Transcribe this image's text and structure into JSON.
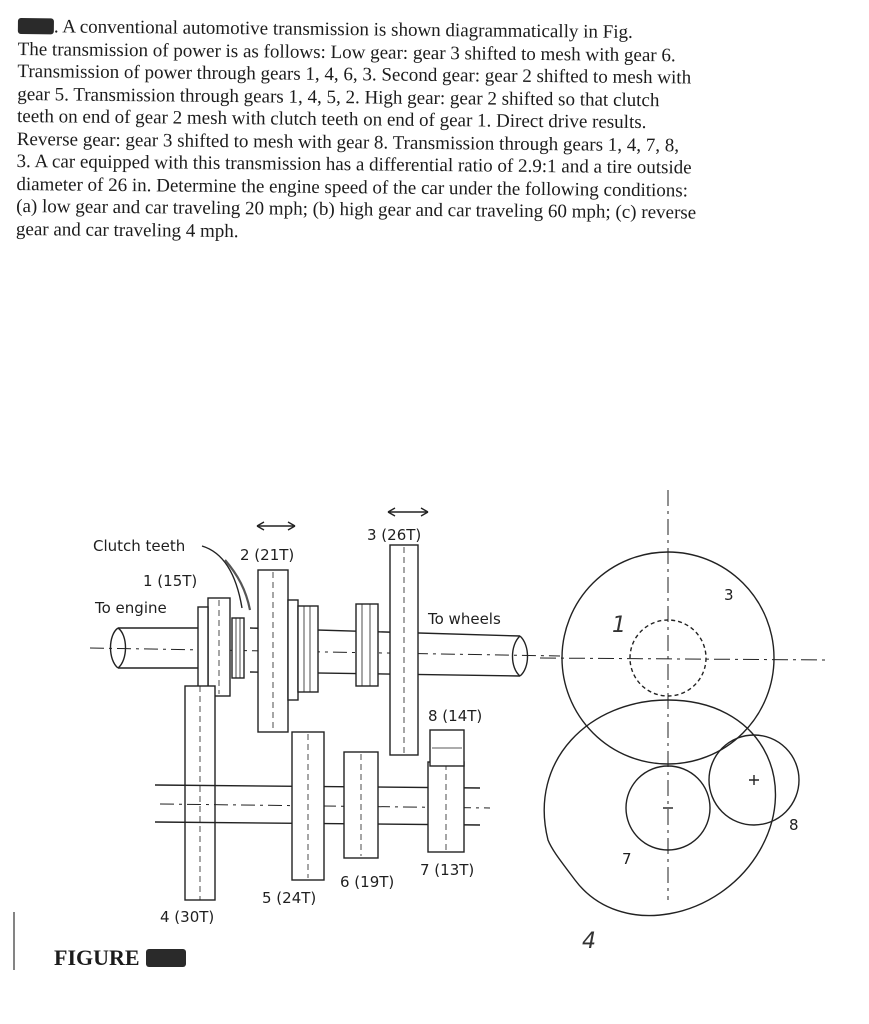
{
  "problem": {
    "lines": [
      ". A conventional automotive transmission is shown diagrammatically in Fig. ",
      "The transmission of power is as follows: Low gear: gear 3 shifted to mesh with gear 6.",
      "Transmission of power through gears 1, 4, 6, 3. Second gear: gear 2 shifted to mesh with",
      "gear 5. Transmission through gears 1, 4, 5, 2. High gear: gear 2 shifted so that clutch",
      "teeth on end of gear 2 mesh with clutch teeth on end of gear 1. Direct drive results.",
      "Reverse gear: gear 3 shifted to mesh with gear 8. Transmission through gears 1, 4, 7, 8,",
      "3. A car equipped with this transmission has a differential ratio of 2.9:1 and a tire outside",
      "diameter of 26 in. Determine the engine speed of the car under the following conditions:",
      "(a) low gear and car traveling 20 mph; (b) high gear and car traveling 60 mph; (c) reverse",
      "gear and car traveling 4 mph."
    ]
  },
  "figure": {
    "caption": "FIGURE",
    "labels": {
      "clutch_teeth": "Clutch teeth",
      "gear1": "1 (15T)",
      "to_engine": "To engine",
      "gear2": "2 (21T)",
      "gear3": "3 (26T)",
      "to_wheels": "To wheels",
      "gear8": "8 (14T)",
      "gear4": "4 (30T)",
      "gear5": "5 (24T)",
      "gear6": "6 (19T)",
      "gear7": "7 (13T)"
    },
    "end_view_labels": {
      "g1": "1",
      "g3": "3",
      "g4": "4",
      "g7": "7",
      "g8": "8"
    }
  }
}
